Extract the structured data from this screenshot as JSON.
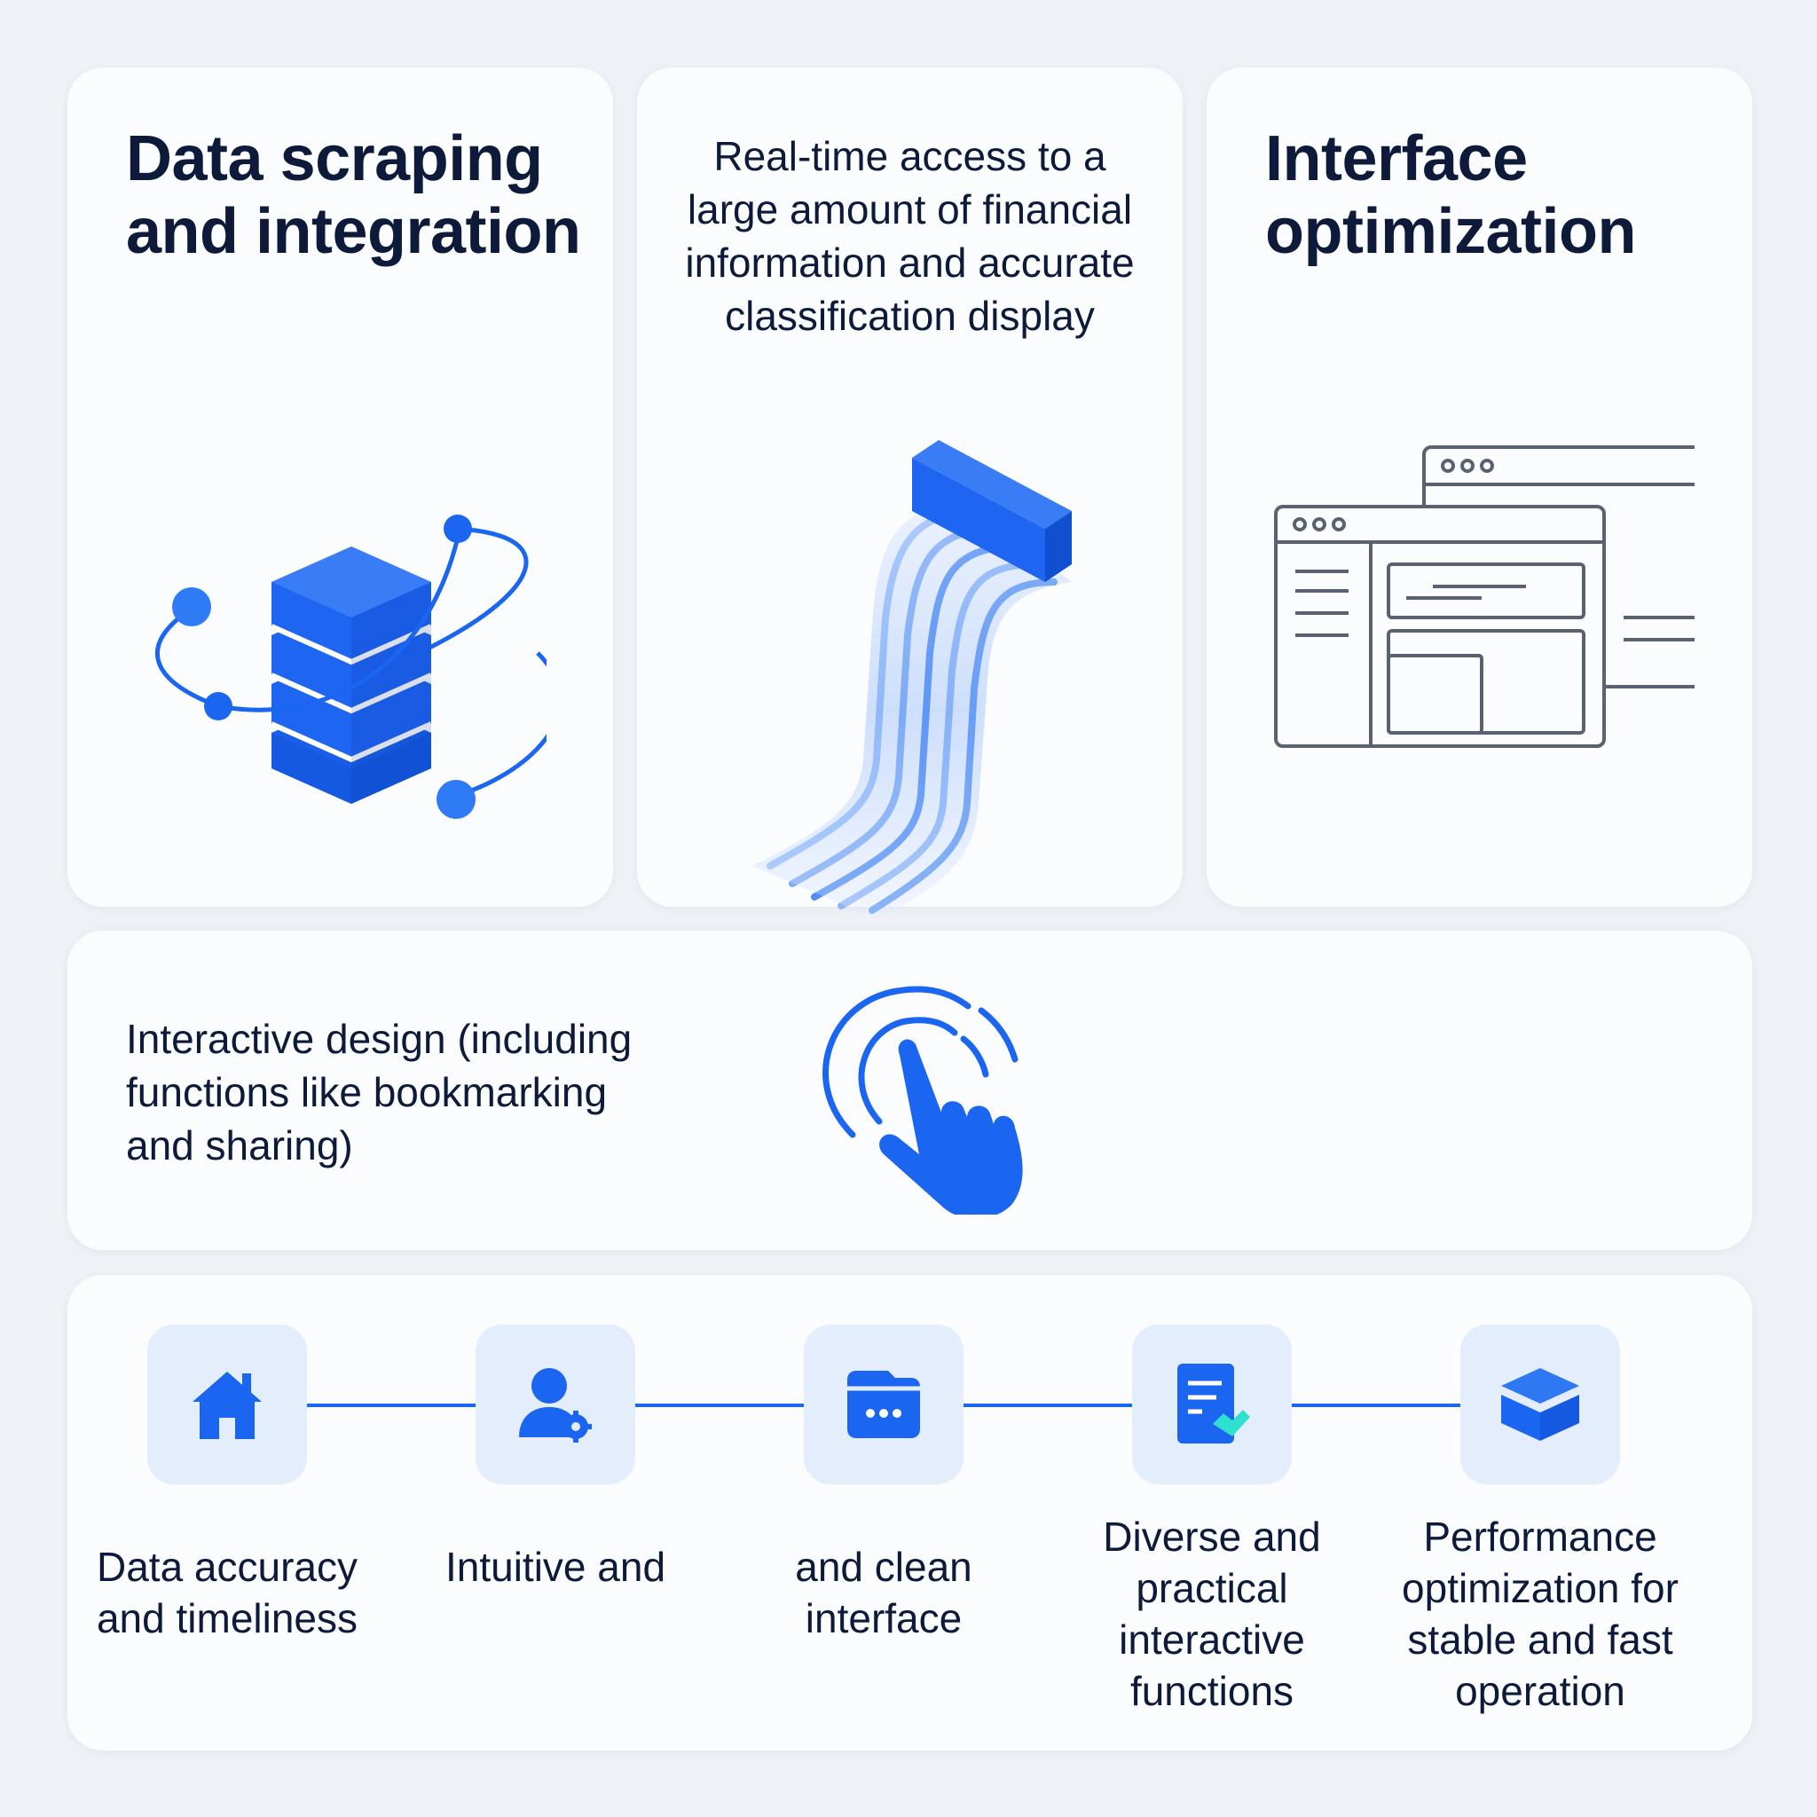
{
  "colors": {
    "background": "#eef1f6",
    "card": "#fbfcfe",
    "accent_blue": "#1a66f0",
    "icon_box": "#e4edfb",
    "text_dark": "#0d1a3a",
    "outline_gray": "#5a6272",
    "teal_accent": "#2ee0d0"
  },
  "cards": {
    "data_scraping": {
      "title": "Data scraping and integration",
      "icon": "database-orbit-icon"
    },
    "realtime_access": {
      "description": "Real-time access to a large amount of financial information and accurate classification display",
      "icon": "data-stream-icon"
    },
    "interface_optimization": {
      "title": "Interface optimization",
      "icon": "browser-windows-icon"
    },
    "interactive_design": {
      "description": "Interactive design (including functions like bookmarking and sharing)",
      "icon": "tap-hand-icon"
    }
  },
  "steps": [
    {
      "label": "Data accuracy and timeliness",
      "icon": "home-icon"
    },
    {
      "label": "Intuitive and",
      "icon": "user-settings-icon"
    },
    {
      "label": "and clean interface",
      "icon": "folder-dots-icon"
    },
    {
      "label": "Diverse and practical interactive functions",
      "icon": "document-check-icon"
    },
    {
      "label": "Performance optimization for stable and fast operation",
      "icon": "cube-icon"
    }
  ]
}
